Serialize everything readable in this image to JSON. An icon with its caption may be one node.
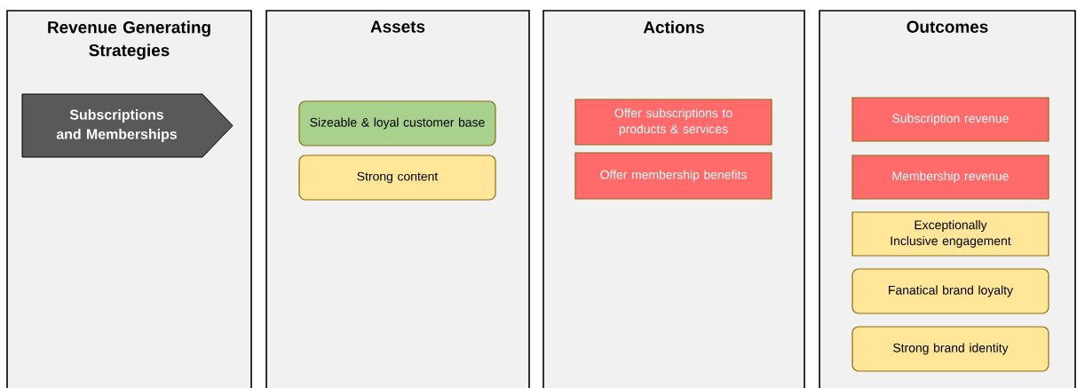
{
  "diagram": {
    "nodes": [
      {
        "text": [
          "Revenue Generating Strategies"
        ]
      },
      {
        "text": [
          "Assets"
        ]
      },
      {
        "text": [
          "Actions"
        ]
      },
      {
        "text": [
          "Outcomes"
        ]
      },
      {
        "text": [
          "Subscriptions and Memberships"
        ],
        "in": 0
      },
      {
        "text": [
          "Sizeable & loyal customer base"
        ],
        "in": 1
      },
      {
        "text": [
          "Strong content"
        ],
        "in": 1
      },
      {
        "text": [
          "Offer subscriptions to products & services"
        ],
        "in": 2
      },
      {
        "text": [
          "Offer membership benefits"
        ],
        "in": 2
      },
      {
        "text": [
          "Subscription revenue"
        ],
        "in": 3
      },
      {
        "text": [
          "Membership revenue"
        ],
        "in": 3
      },
      {
        "text": [
          "Exceptionally Inclusive engagement"
        ],
        "in": 3
      },
      {
        "text": [
          "Fanatical brand loyalty"
        ],
        "in": 3
      },
      {
        "text": [
          "Strong brand identity"
        ],
        "in": 3
      }
    ]
  }
}
